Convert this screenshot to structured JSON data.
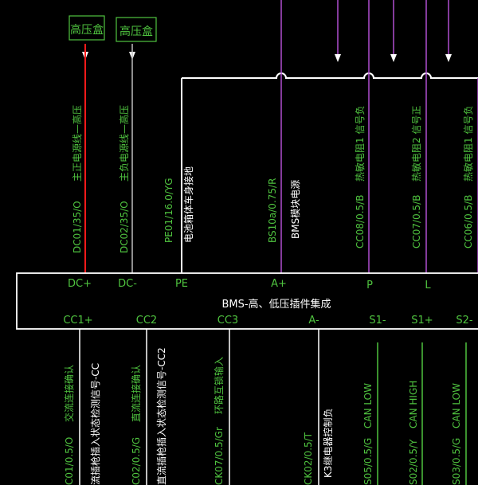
{
  "colors": {
    "background": "#000000",
    "green": "#4fc33f",
    "white": "#ffffff",
    "red": "#ff1a1a",
    "purple": "#b04fd0",
    "gray": "#bdbdbd"
  },
  "top_boxes": [
    {
      "label": "高压盒"
    },
    {
      "label": "高压盒"
    }
  ],
  "connector": {
    "title": "BMS-高、低压插件集成",
    "top_pins": [
      "DC+",
      "DC-",
      "PE",
      "A+",
      "P",
      "L"
    ],
    "bottom_pins": [
      "CC1+",
      "CC2",
      "CC3",
      "A-",
      "S1-",
      "S1+",
      "S2-"
    ]
  },
  "upper_wires": [
    {
      "code": "DC01/35/O",
      "desc": "主正电源线—高压"
    },
    {
      "code": "DC02/35/O",
      "desc": "主负电源线—高压"
    },
    {
      "code": "PE01/16.0/YG",
      "desc": "电池箱体车身接地"
    },
    {
      "code": "BS10a/0.75/R",
      "desc": "BMS模块电源"
    },
    {
      "code": "CC08/0.5/B",
      "desc": "热敏电阻1 信号负"
    },
    {
      "code": "CC07/0.5/B",
      "desc": "热敏电阻2 信号正"
    },
    {
      "code": "CC06/0.5/B",
      "desc": "热敏电阻1 信号负"
    }
  ],
  "lower_wires": [
    {
      "code": "C01/0.5/O",
      "desc1": "交流连接确认",
      "desc2": "流插枪插入状态检测信号-CC"
    },
    {
      "code": "C02/0.5/G",
      "desc1": "直流连接确认",
      "desc2": "直流插枪插入状态检测信号-CC2"
    },
    {
      "code": "CK07/0.5/Gr",
      "desc1": "环路互锁输入",
      "desc2": ""
    },
    {
      "code": "CK02/0.5/T",
      "desc1": "K3继电器控制负",
      "desc2": ""
    },
    {
      "code": "S05/0.5/G",
      "desc1": "CAN LOW",
      "desc2": ""
    },
    {
      "code": "S02/0.5/Y",
      "desc1": "CAN HIGH",
      "desc2": ""
    },
    {
      "code": "S03/0.5/G",
      "desc1": "CAN LOW",
      "desc2": ""
    }
  ]
}
